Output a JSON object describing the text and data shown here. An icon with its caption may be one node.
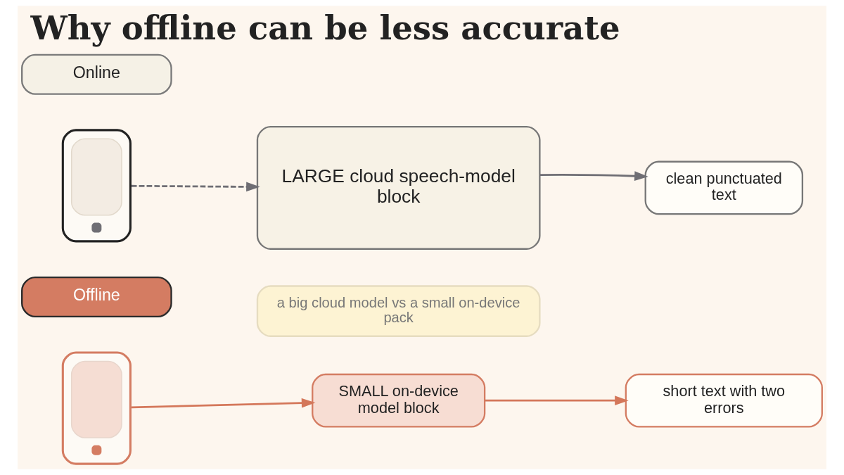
{
  "diagram": {
    "title": "Why offline can be less accurate",
    "nodes": [
      {
        "text": [
          "Online"
        ]
      },
      {
        "text": [],
        "shape": "picture"
      },
      {
        "text": [
          "LARGE cloud speech-model block"
        ]
      },
      {
        "text": [
          "clean punctuated text"
        ]
      },
      {
        "text": [
          "a big cloud model vs a small on-device pack"
        ]
      },
      {
        "text": [
          "Offline"
        ]
      },
      {
        "text": [],
        "shape": "picture"
      },
      {
        "text": [
          "SMALL on-device model block"
        ]
      },
      {
        "text": [
          "short text with two errors"
        ]
      }
    ],
    "edges": [
      {
        "from": 1,
        "to": 2,
        "arrow": "to",
        "style": "dashed",
        "color": "#6f6e74"
      },
      {
        "from": 2,
        "to": 3,
        "arrow": "to",
        "color": "#6f6e74"
      },
      {
        "from": 6,
        "to": 7,
        "arrow": "to",
        "color": "#d4775a"
      },
      {
        "from": 7,
        "to": 8,
        "arrow": "to",
        "color": "#d4775a"
      }
    ]
  }
}
